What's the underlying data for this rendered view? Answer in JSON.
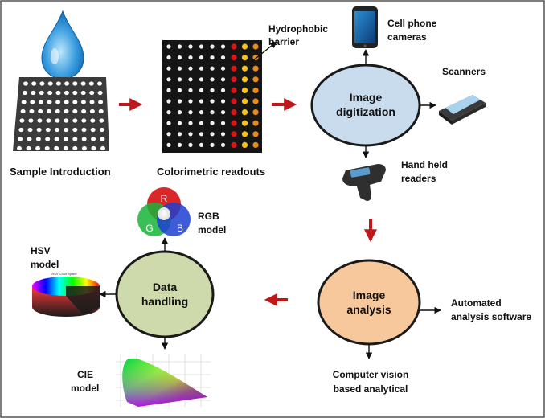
{
  "labels": {
    "sample_introduction": "Sample Introduction",
    "colorimetric_readouts": "Colorimetric readouts",
    "hydrophobic_line1": "Hydrophobic",
    "hydrophobic_line2": "barrier",
    "cell_phone_line1": "Cell phone",
    "cell_phone_line2": "cameras",
    "scanners": "Scanners",
    "hand_held_line1": "Hand held",
    "hand_held_line2": "readers",
    "rgb_line1": "RGB",
    "rgb_line2": "model",
    "hsv_line1": "HSV",
    "hsv_line2": "model",
    "hsv_tiny_caption": "HSV Color Space",
    "cie_line1": "CIE",
    "cie_line2": "model",
    "automated_line1": "Automated",
    "automated_line2": "analysis software",
    "cv_line1": "Computer vision",
    "cv_line2": "based analytical"
  },
  "nodes": {
    "image_digitization": {
      "line1": "Image",
      "line2": "digitization",
      "fill": "#c9dcee"
    },
    "image_analysis": {
      "line1": "Image",
      "line2": "analysis",
      "fill": "#f8c89d"
    },
    "data_handling": {
      "line1": "Data",
      "line2": "handling",
      "fill": "#cfdaac"
    }
  },
  "rgb": {
    "r": "R",
    "g": "G",
    "b": "B"
  },
  "colors": {
    "flow_arrow": "#c0171b",
    "node_stroke": "#1a1a1a",
    "border": "#555555"
  }
}
